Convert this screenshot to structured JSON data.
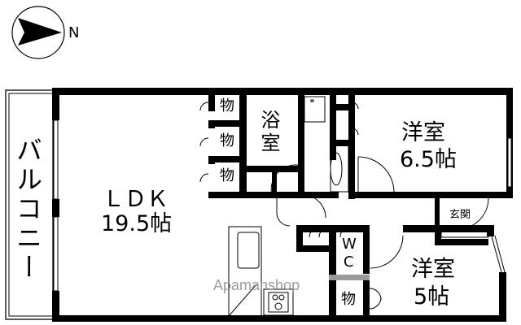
{
  "compass": {
    "label": "N",
    "icon": "north-arrow-icon"
  },
  "balcony": {
    "label": "バルコニー"
  },
  "rooms": {
    "ldk": {
      "name": "ＬＤＫ",
      "size": "19.5帖"
    },
    "bath": {
      "name": "浴室"
    },
    "western1": {
      "name": "洋室",
      "size": "6.5帖"
    },
    "western2": {
      "name": "洋室",
      "size": "5帖"
    },
    "entrance": {
      "name": "玄関"
    },
    "wc": {
      "line1": "W",
      "line2": "C"
    },
    "storage1": {
      "name": "物"
    },
    "storage2": {
      "name": "物"
    },
    "storage3": {
      "name": "物"
    },
    "storage4": {
      "name": "物"
    }
  },
  "watermark": "Apamanshop",
  "colors": {
    "wall": "#000000",
    "background": "#ffffff",
    "watermark": "#8a8a8a"
  }
}
